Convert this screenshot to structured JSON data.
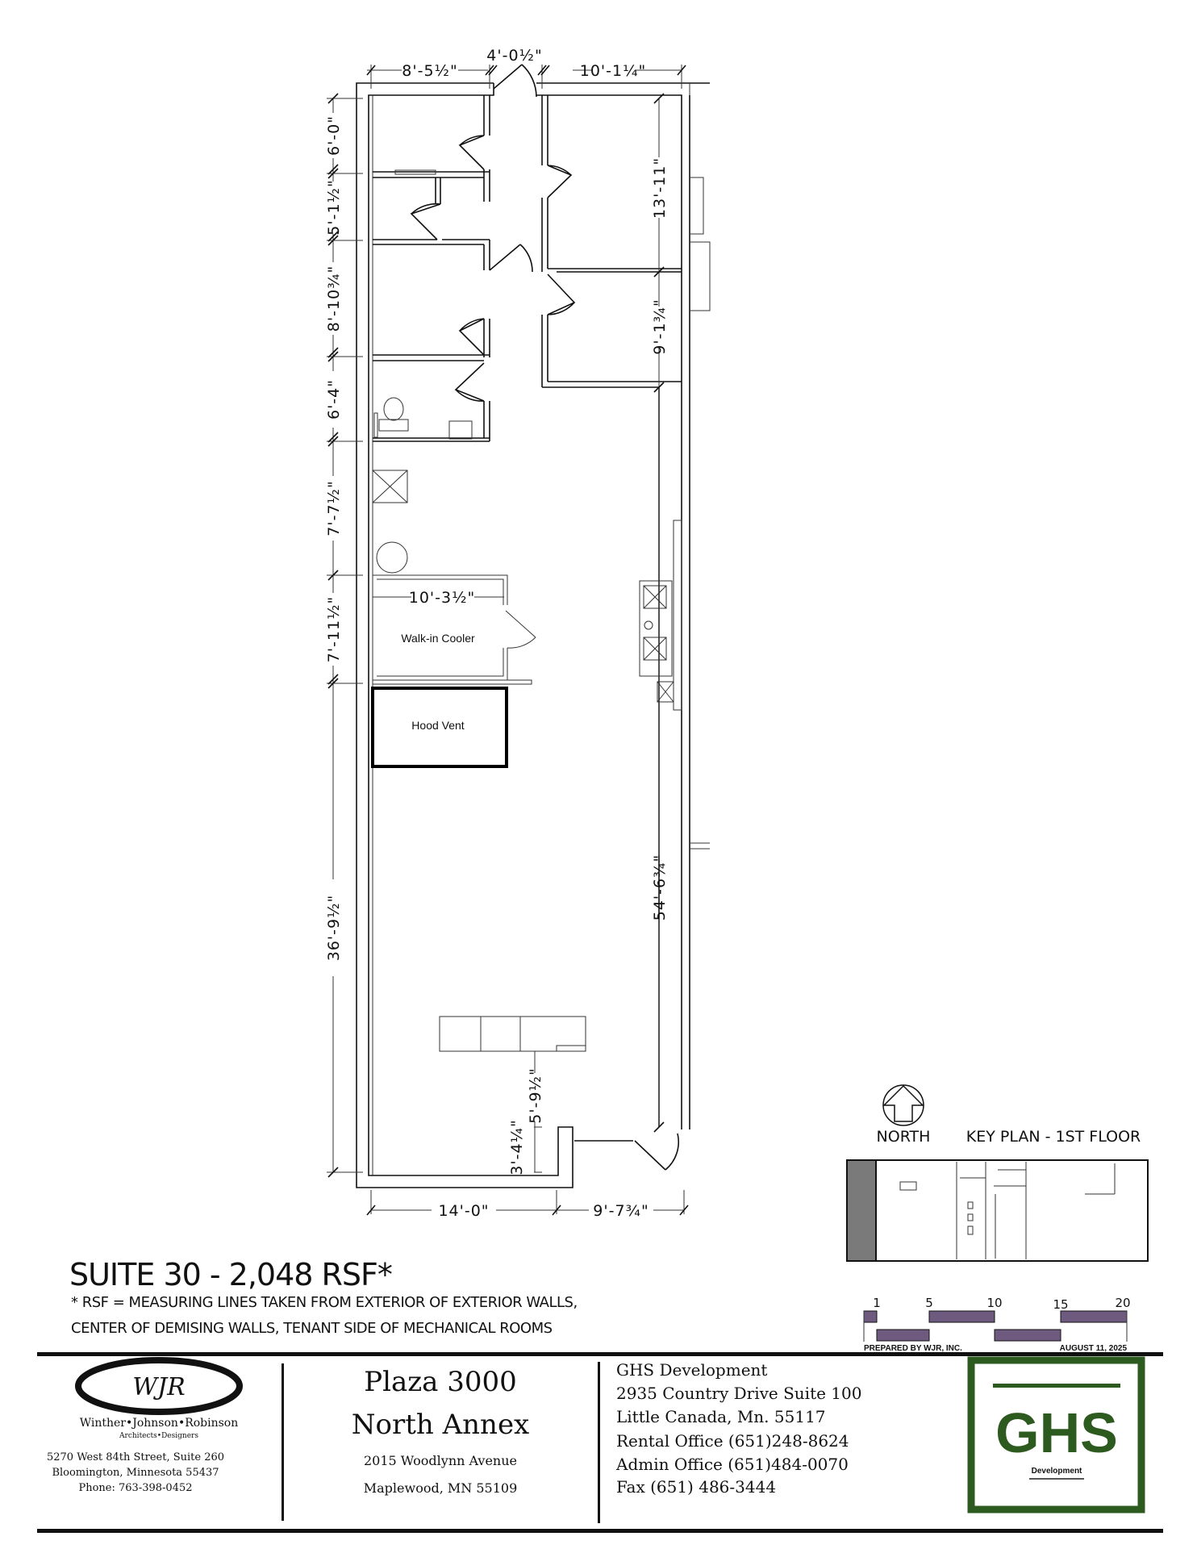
{
  "floor_plan": {
    "dimensions_top": [
      "8'-5½\"",
      "4'-0½\"",
      "10'-1¼\""
    ],
    "dimensions_left": [
      "6'-0\"",
      "5'-1½\"",
      "8'-10¾\"",
      "6'-4\"",
      "7'-7½\"",
      "7'-11½\"",
      "36'-9½\""
    ],
    "dimensions_right": [
      "13'-11\"",
      "9'-1¾\"",
      "54'-6¾\""
    ],
    "dimension_cooler": "10'-3½\"",
    "dimension_island": "5'-9½\"",
    "dimension_notch": "3'-4¼\"",
    "dimensions_bottom": [
      "14'-0\"",
      "9'-7¾\""
    ],
    "rooms": {
      "cooler": "Walk-in Cooler",
      "hood": "Hood Vent"
    }
  },
  "key_plan": {
    "north_label": "NORTH",
    "title": "KEY PLAN - 1ST FLOOR",
    "highlight_color": "#7a7a7a"
  },
  "scale_bar": {
    "ticks": [
      "1",
      "5",
      "10",
      "15",
      "20"
    ],
    "color": "#6e5a7e",
    "prepared_by": "PREPARED BY WJR, INC.",
    "date": "AUGUST 11, 2025"
  },
  "suite": {
    "title": "SUITE 30 - 2,048 RSF*",
    "note_line1": "* RSF = MEASURING LINES TAKEN FROM EXTERIOR OF EXTERIOR WALLS,",
    "note_line2": "CENTER OF DEMISING WALLS, TENANT SIDE OF MECHANICAL ROOMS"
  },
  "architect": {
    "logo_text": "WJR",
    "name": "Winther•Johnson•Robinson",
    "tagline": "Architects•Designers",
    "address1": "5270 West 84th Street, Suite 260",
    "address2": "Bloomington, Minnesota  55437",
    "phone": "Phone:  763-398-0452"
  },
  "property": {
    "name_line1": "Plaza 3000",
    "name_line2": "North Annex",
    "address1": "2015 Woodlynn Avenue",
    "address2": "Maplewood, MN 55109"
  },
  "developer": {
    "lines": [
      "GHS Development",
      "2935 Country Drive Suite 100",
      "Little Canada, Mn. 55117",
      "Rental Office (651)248-8624",
      "Admin Office (651)484-0070",
      "Fax (651) 486-3444"
    ],
    "logo_text": "GHS",
    "logo_sub": "Development",
    "brand_color": "#2d5a1e"
  }
}
